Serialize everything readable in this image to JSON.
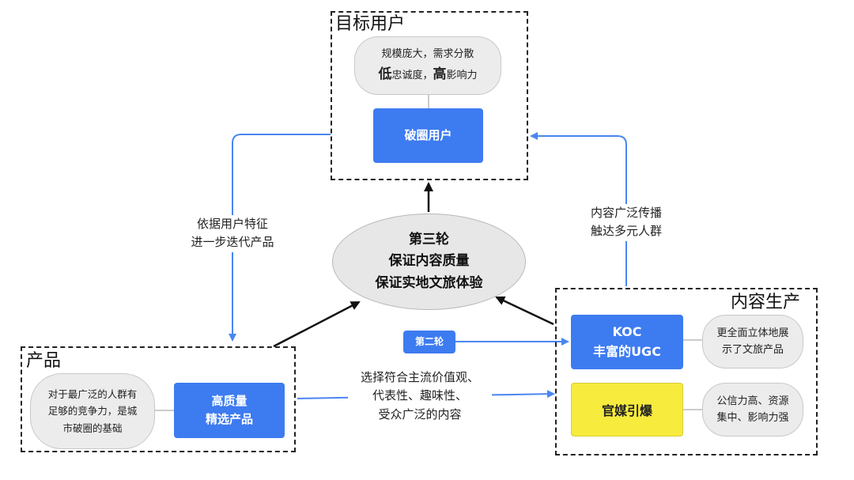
{
  "target_users": {
    "title": "目标用户",
    "desc_line1": "规模庞大，需求分散",
    "desc_line2_low": "低",
    "desc_line2_mid": "忠诚度，",
    "desc_line2_high": "高",
    "desc_line2_end": "影响力",
    "box": "破圈用户"
  },
  "center": {
    "line1": "第三轮",
    "line2": "保证内容质量",
    "line3": "保证实地文旅体验"
  },
  "left_flow_label": {
    "line1": "依据用户特征",
    "line2": "进一步迭代产品"
  },
  "right_flow_label": {
    "line1": "内容广泛传播",
    "line2": "触达多元人群"
  },
  "product": {
    "title": "产品",
    "desc_line1": "对于最广泛的人群有",
    "desc_line2": "足够的竞争力，是城",
    "desc_line3": "市破圈的基础",
    "box_line1": "高质量",
    "box_line2": "精选产品"
  },
  "second_round": "第二轮",
  "middle_label": {
    "line1": "选择符合主流价值观、",
    "line2": "代表性、趣味性、",
    "line3": "受众广泛的内容"
  },
  "content_production": {
    "title": "内容生产",
    "koc_line1": "KOC",
    "koc_line2": "丰富的UGC",
    "koc_desc_line1": "更全面立体地展",
    "koc_desc_line2": "示了文旅产品",
    "media_box": "官媒引爆",
    "media_desc_line1": "公信力高、资源",
    "media_desc_line2": "集中、影响力强"
  },
  "colors": {
    "blue": "#3d7bf0",
    "arrow_blue": "#4a86f0",
    "yellow": "#f7eb3d",
    "pill": "#ececec"
  }
}
